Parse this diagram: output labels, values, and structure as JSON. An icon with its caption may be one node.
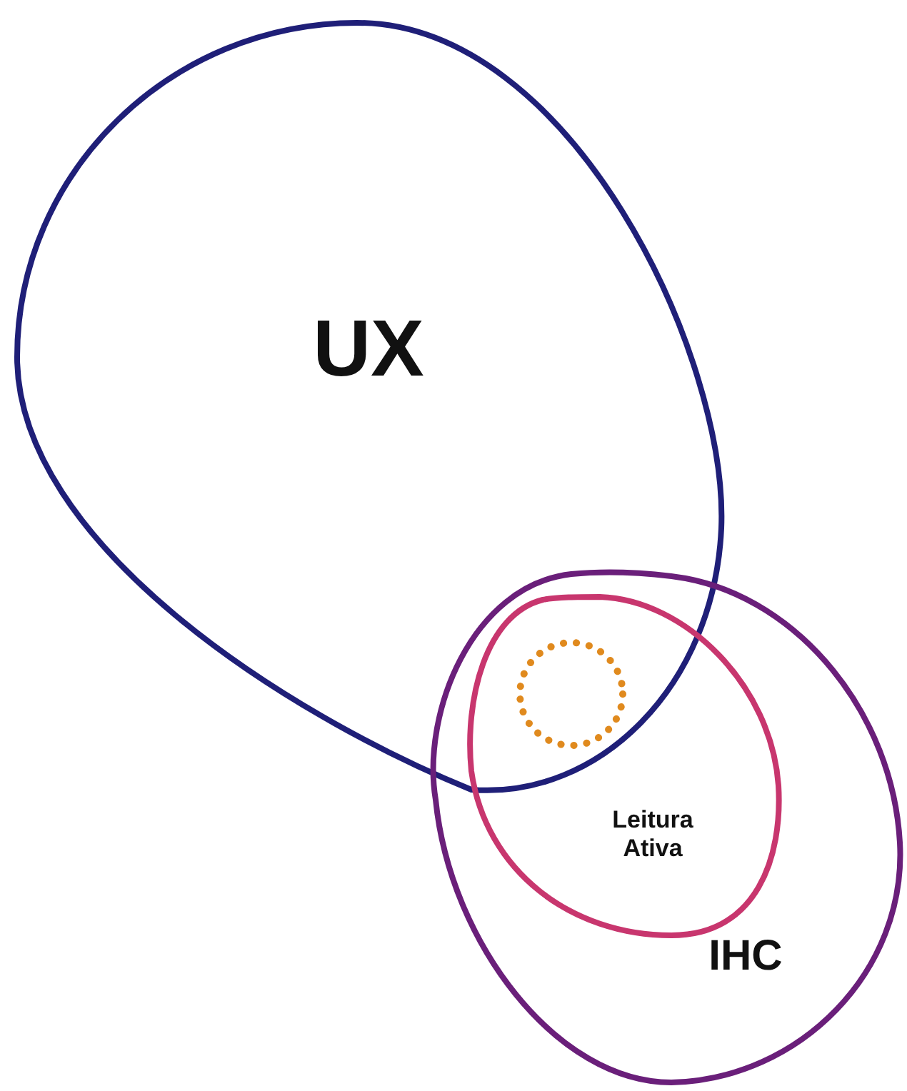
{
  "diagram": {
    "nodes": [
      {
        "text": [
          "UX"
        ]
      },
      {
        "text": [
          "IHC"
        ]
      },
      {
        "text": [
          "Leitura Ativa"
        ],
        "in": 1
      },
      {
        "text": [],
        "shape": "circle"
      }
    ]
  }
}
